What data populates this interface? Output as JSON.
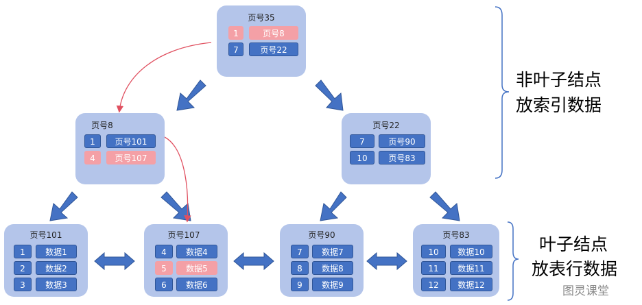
{
  "nodes": {
    "root": {
      "title": "页号35",
      "rows": [
        {
          "k": "1",
          "v": "页号8"
        },
        {
          "k": "7",
          "v": "页号22"
        }
      ]
    },
    "p8": {
      "title": "页号8",
      "rows": [
        {
          "k": "1",
          "v": "页号101"
        },
        {
          "k": "4",
          "v": "页号107"
        }
      ]
    },
    "p22": {
      "title": "页号22",
      "rows": [
        {
          "k": "7",
          "v": "页号90"
        },
        {
          "k": "10",
          "v": "页号83"
        }
      ]
    },
    "p101": {
      "title": "页号101",
      "rows": [
        {
          "k": "1",
          "v": "数据1"
        },
        {
          "k": "2",
          "v": "数据2"
        },
        {
          "k": "3",
          "v": "数据3"
        }
      ]
    },
    "p107": {
      "title": "页号107",
      "rows": [
        {
          "k": "4",
          "v": "数据4"
        },
        {
          "k": "5",
          "v": "数据5"
        },
        {
          "k": "6",
          "v": "数据6"
        }
      ]
    },
    "p90": {
      "title": "页号90",
      "rows": [
        {
          "k": "7",
          "v": "数据7"
        },
        {
          "k": "8",
          "v": "数据8"
        },
        {
          "k": "9",
          "v": "数据9"
        }
      ]
    },
    "p83": {
      "title": "页号83",
      "rows": [
        {
          "k": "10",
          "v": "数据10"
        },
        {
          "k": "11",
          "v": "数据11"
        },
        {
          "k": "12",
          "v": "数据12"
        }
      ]
    }
  },
  "labels": {
    "nonleaf_line1": "非叶子结点",
    "nonleaf_line2": "放索引数据",
    "leaf_line1": "叶子结点",
    "leaf_line2": "放表行数据"
  },
  "watermark": "图灵课堂",
  "colors": {
    "node_bg": "#b4c5ea",
    "cell": "#4472c4",
    "highlight": "#f4a0a6",
    "arrow": "#4472c4",
    "search_path": "#e05060",
    "bracket": "#4472c4"
  }
}
